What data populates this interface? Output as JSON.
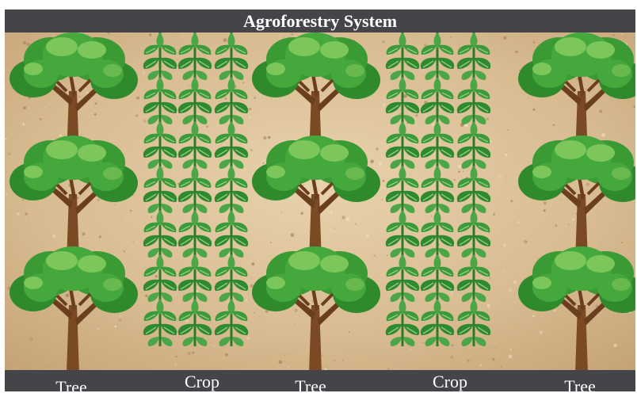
{
  "title": "Agroforestry System",
  "labels": [
    "Tree",
    "Crop",
    "Tree",
    "Crop",
    "Tree"
  ],
  "colors": {
    "bar": "#444548",
    "soil": "#d8bb91",
    "soil_dark": "#b89468",
    "foliage_dark": "#2f8a2c",
    "foliage": "#45a83d",
    "foliage_light": "#7cc65a",
    "trunk": "#7a4a24",
    "crop_dark": "#2c7a2a",
    "crop": "#4aa646",
    "crop_light": "#9fd68a"
  },
  "icons": [
    "tree-icon",
    "crop-plant-icon"
  ]
}
